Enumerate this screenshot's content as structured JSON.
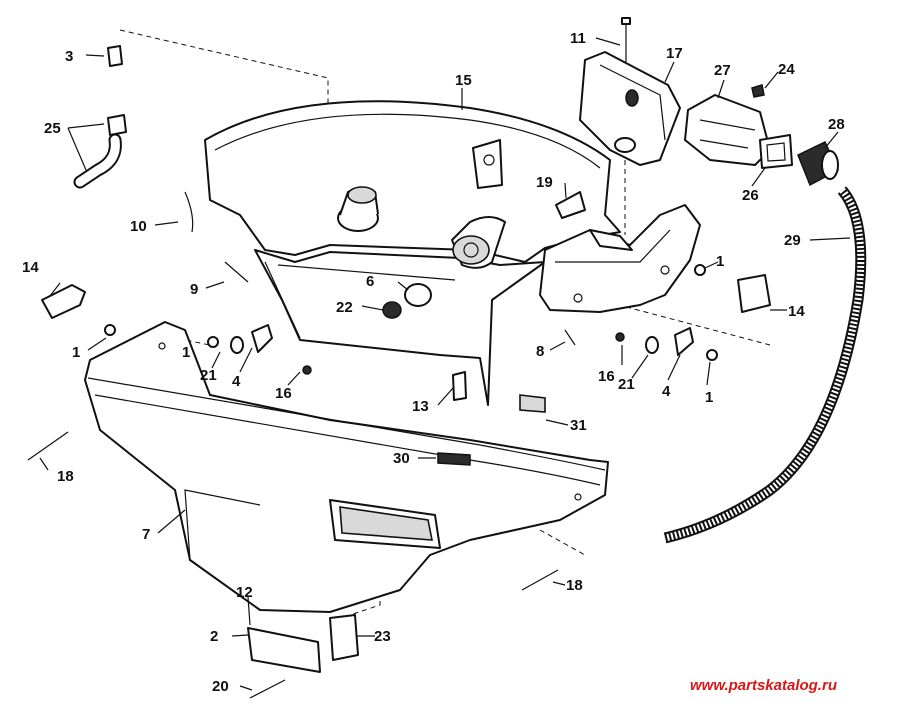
{
  "callouts": {
    "c1a": "1",
    "c1b": "1",
    "c1c": "1",
    "c1d": "1",
    "c2": "2",
    "c3": "3",
    "c4a": "4",
    "c4b": "4",
    "c6": "6",
    "c7": "7",
    "c8": "8",
    "c9": "9",
    "c10": "10",
    "c11": "11",
    "c12": "12",
    "c13": "13",
    "c14a": "14",
    "c14b": "14",
    "c15": "15",
    "c16a": "16",
    "c16b": "16",
    "c17": "17",
    "c18a": "18",
    "c18b": "18",
    "c19": "19",
    "c20": "20",
    "c21a": "21",
    "c21b": "21",
    "c22": "22",
    "c23": "23",
    "c24": "24",
    "c25": "25",
    "c26": "26",
    "c27": "27",
    "c28": "28",
    "c29": "29",
    "c30": "30",
    "c31": "31"
  },
  "watermark": "www.partskatalog.ru",
  "colors": {
    "line": "#111111",
    "watermark": "#d81818",
    "background": "#ffffff"
  }
}
